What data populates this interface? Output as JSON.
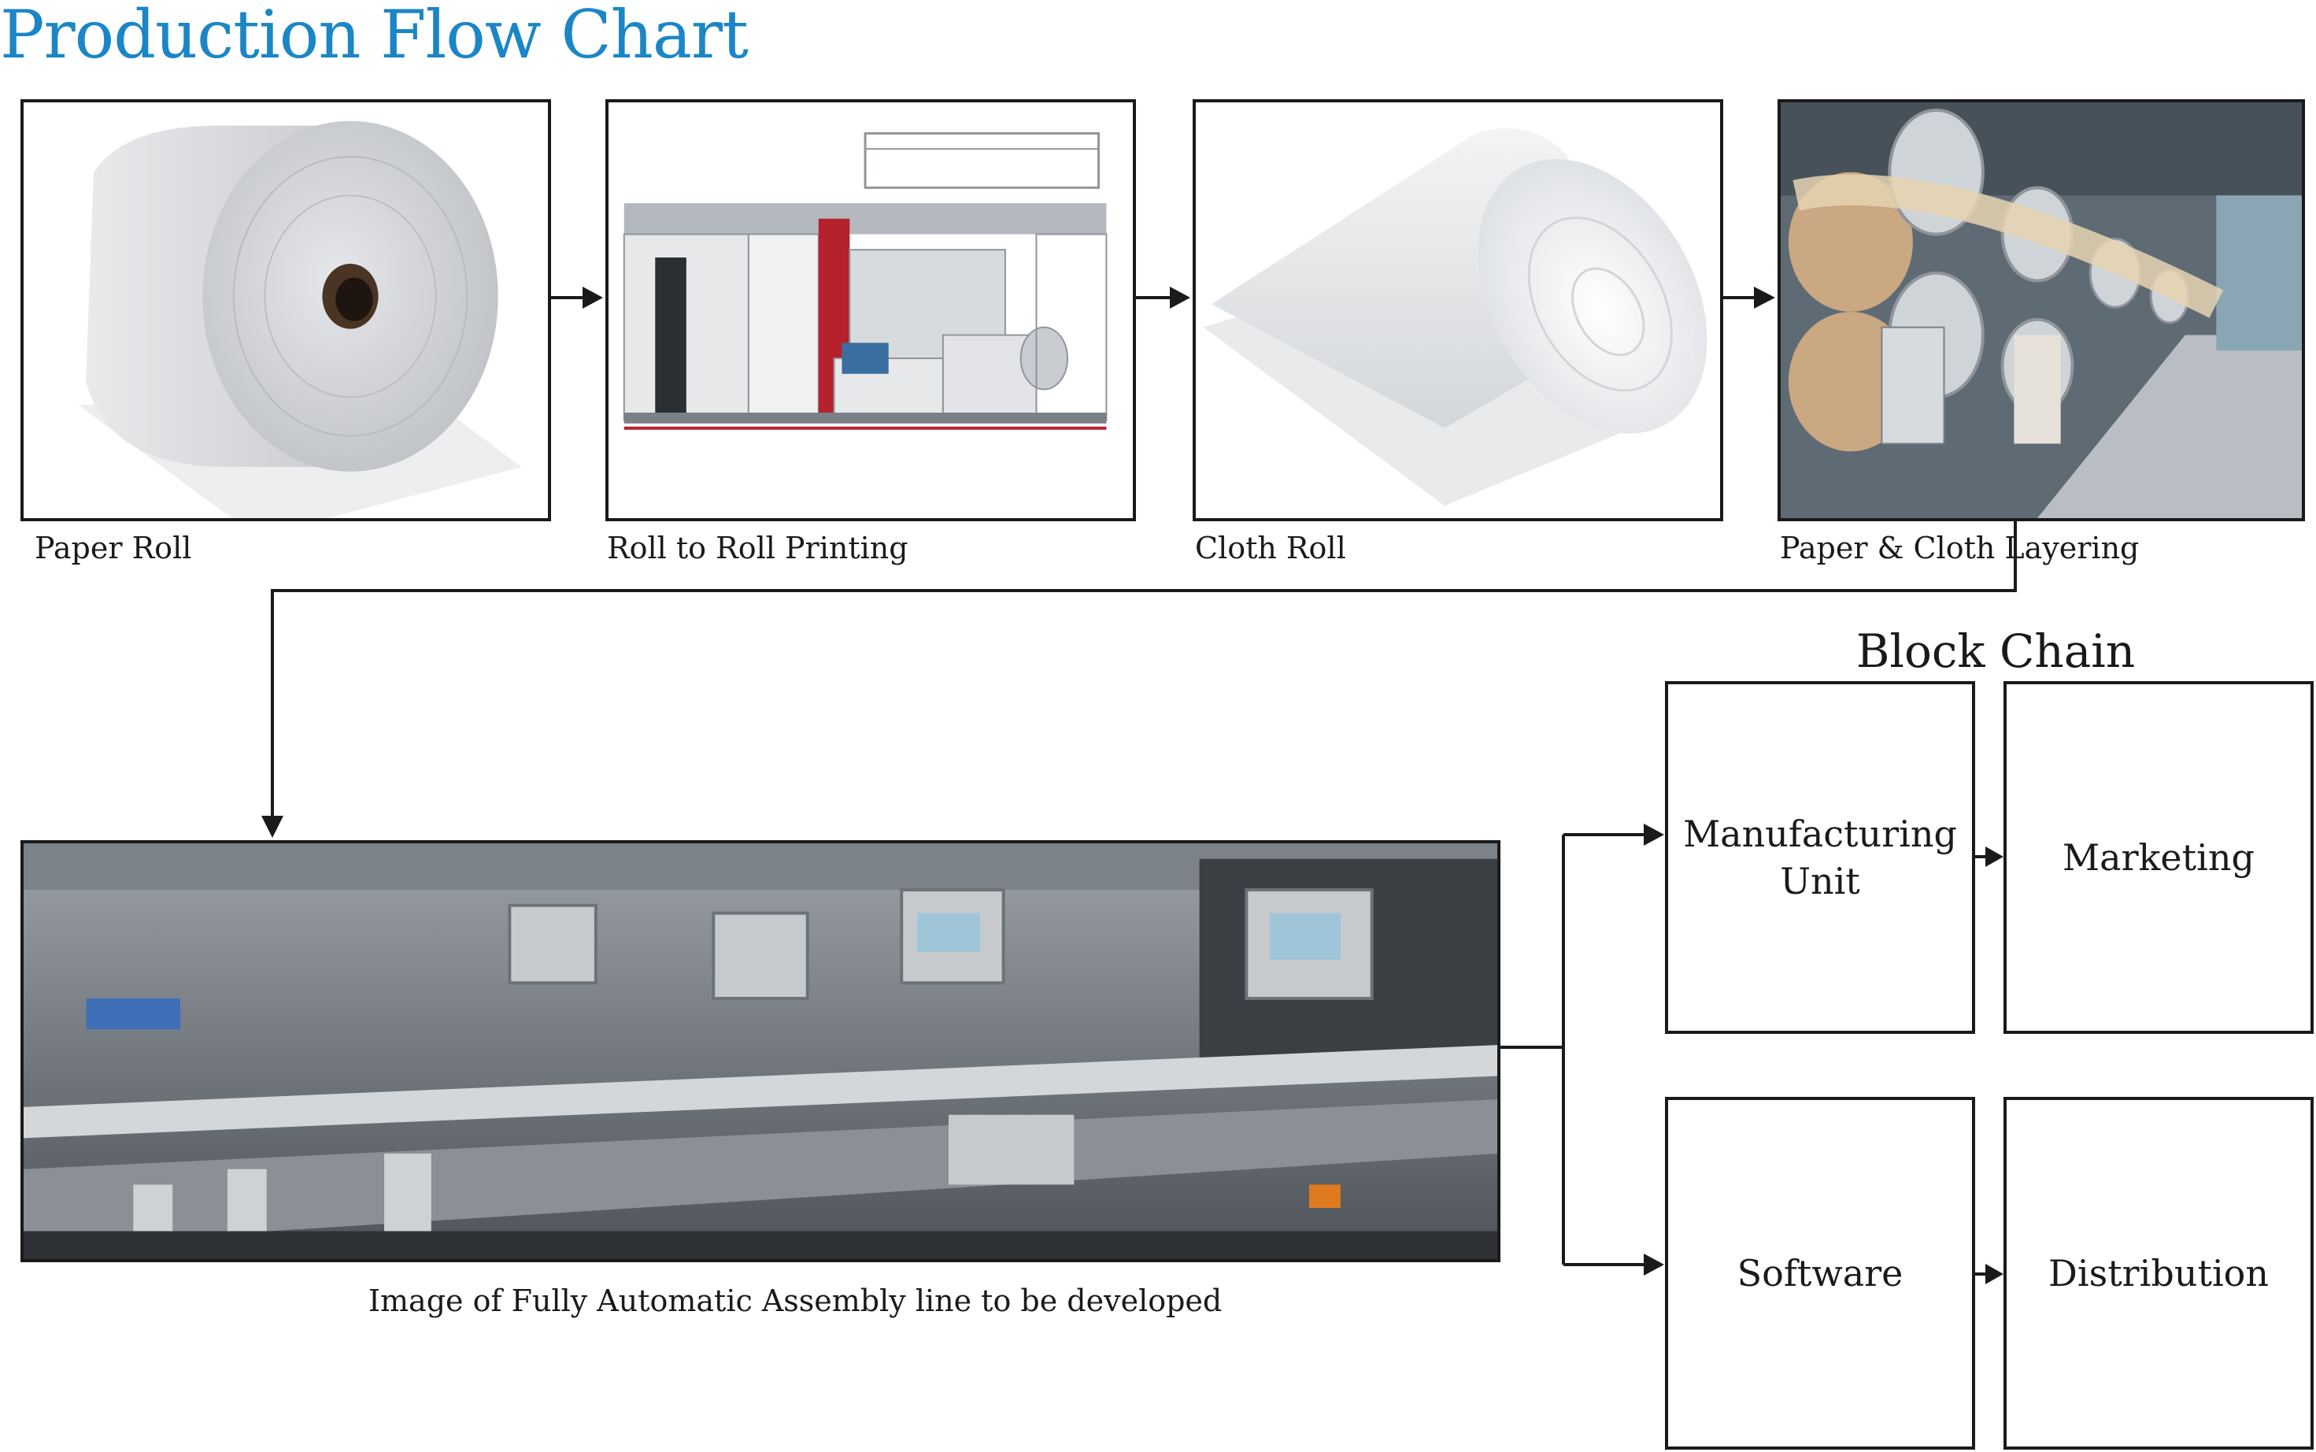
{
  "title": "Production Flow Chart",
  "colors": {
    "title": "#1b86c6",
    "line": "#1a1a1a"
  },
  "steps": [
    {
      "label": "Paper Roll",
      "image": "paper-roll-photo"
    },
    {
      "label": "Roll to Roll Printing",
      "image": "printing-machine-photo"
    },
    {
      "label": "Cloth Roll",
      "image": "cloth-roll-photo"
    },
    {
      "label": "Paper & Cloth Layering",
      "image": "layering-machine-photo"
    }
  ],
  "assembly": {
    "caption": "Image of Fully Automatic Assembly line to be developed",
    "image": "assembly-line-photo"
  },
  "block_chain": {
    "title": "Block Chain",
    "boxes": {
      "manufacturing": "Manufacturing\nUnit",
      "marketing": "Marketing",
      "software": "Software",
      "distribution": "Distribution"
    }
  }
}
